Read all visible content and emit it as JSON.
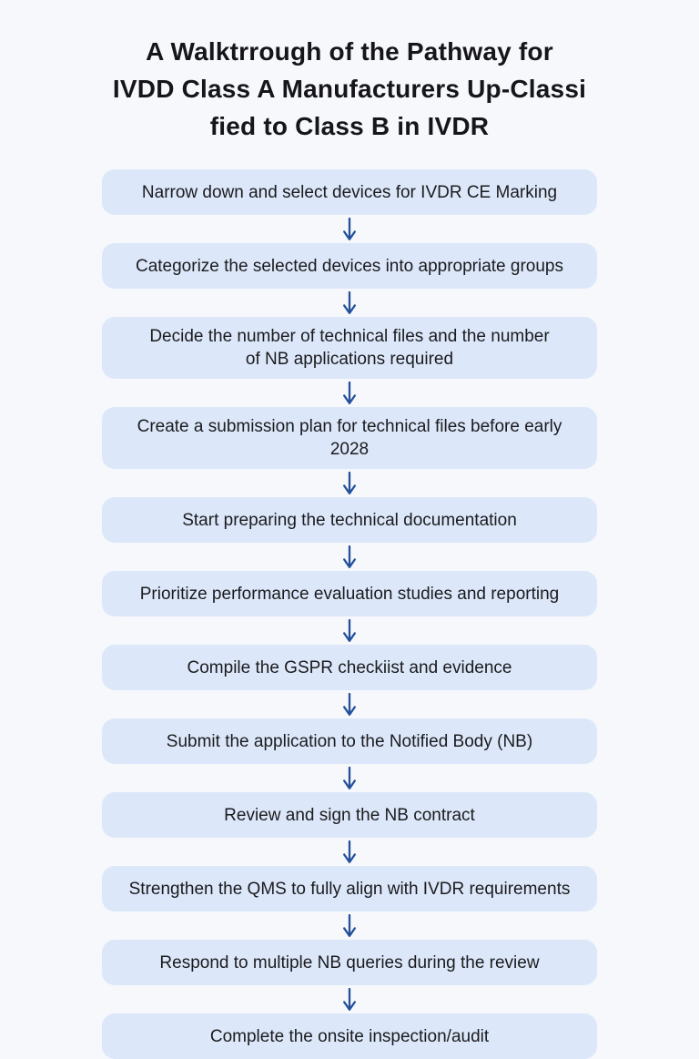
{
  "title": {
    "lines": [
      "A Walktrrough of the Pathway for",
      "IVDD Class A Manufacturers Up-Classi",
      "fied to Class B in IVDR"
    ]
  },
  "flow": {
    "steps": [
      "Narrow down and select devices for IVDR CE Marking",
      "Categorize the selected devices into appropriate groups",
      "Decide the number of technical files and the number of NB applications required",
      "Create a submission plan for technical files before early 2028",
      "Start preparing the technical documentation",
      "Prioritize performance evaluation studies and reporting",
      "Compile the GSPR checkiist and evidence",
      "Submit the application to the Notified Body (NB)",
      "Review and sign the NB contract",
      "Strengthen the QMS to fully align with IVDR requirements",
      "Respond to multiple NB queries during the review",
      "Complete the onsite inspection/audit"
    ]
  },
  "icons": {
    "connector": "down-arrow-icon"
  },
  "colors": {
    "background": "#f6f8fb",
    "box_fill": "#dce8fa",
    "arrow": "#24509b",
    "title_text": "#16161a",
    "box_text": "#1b1b1e"
  }
}
